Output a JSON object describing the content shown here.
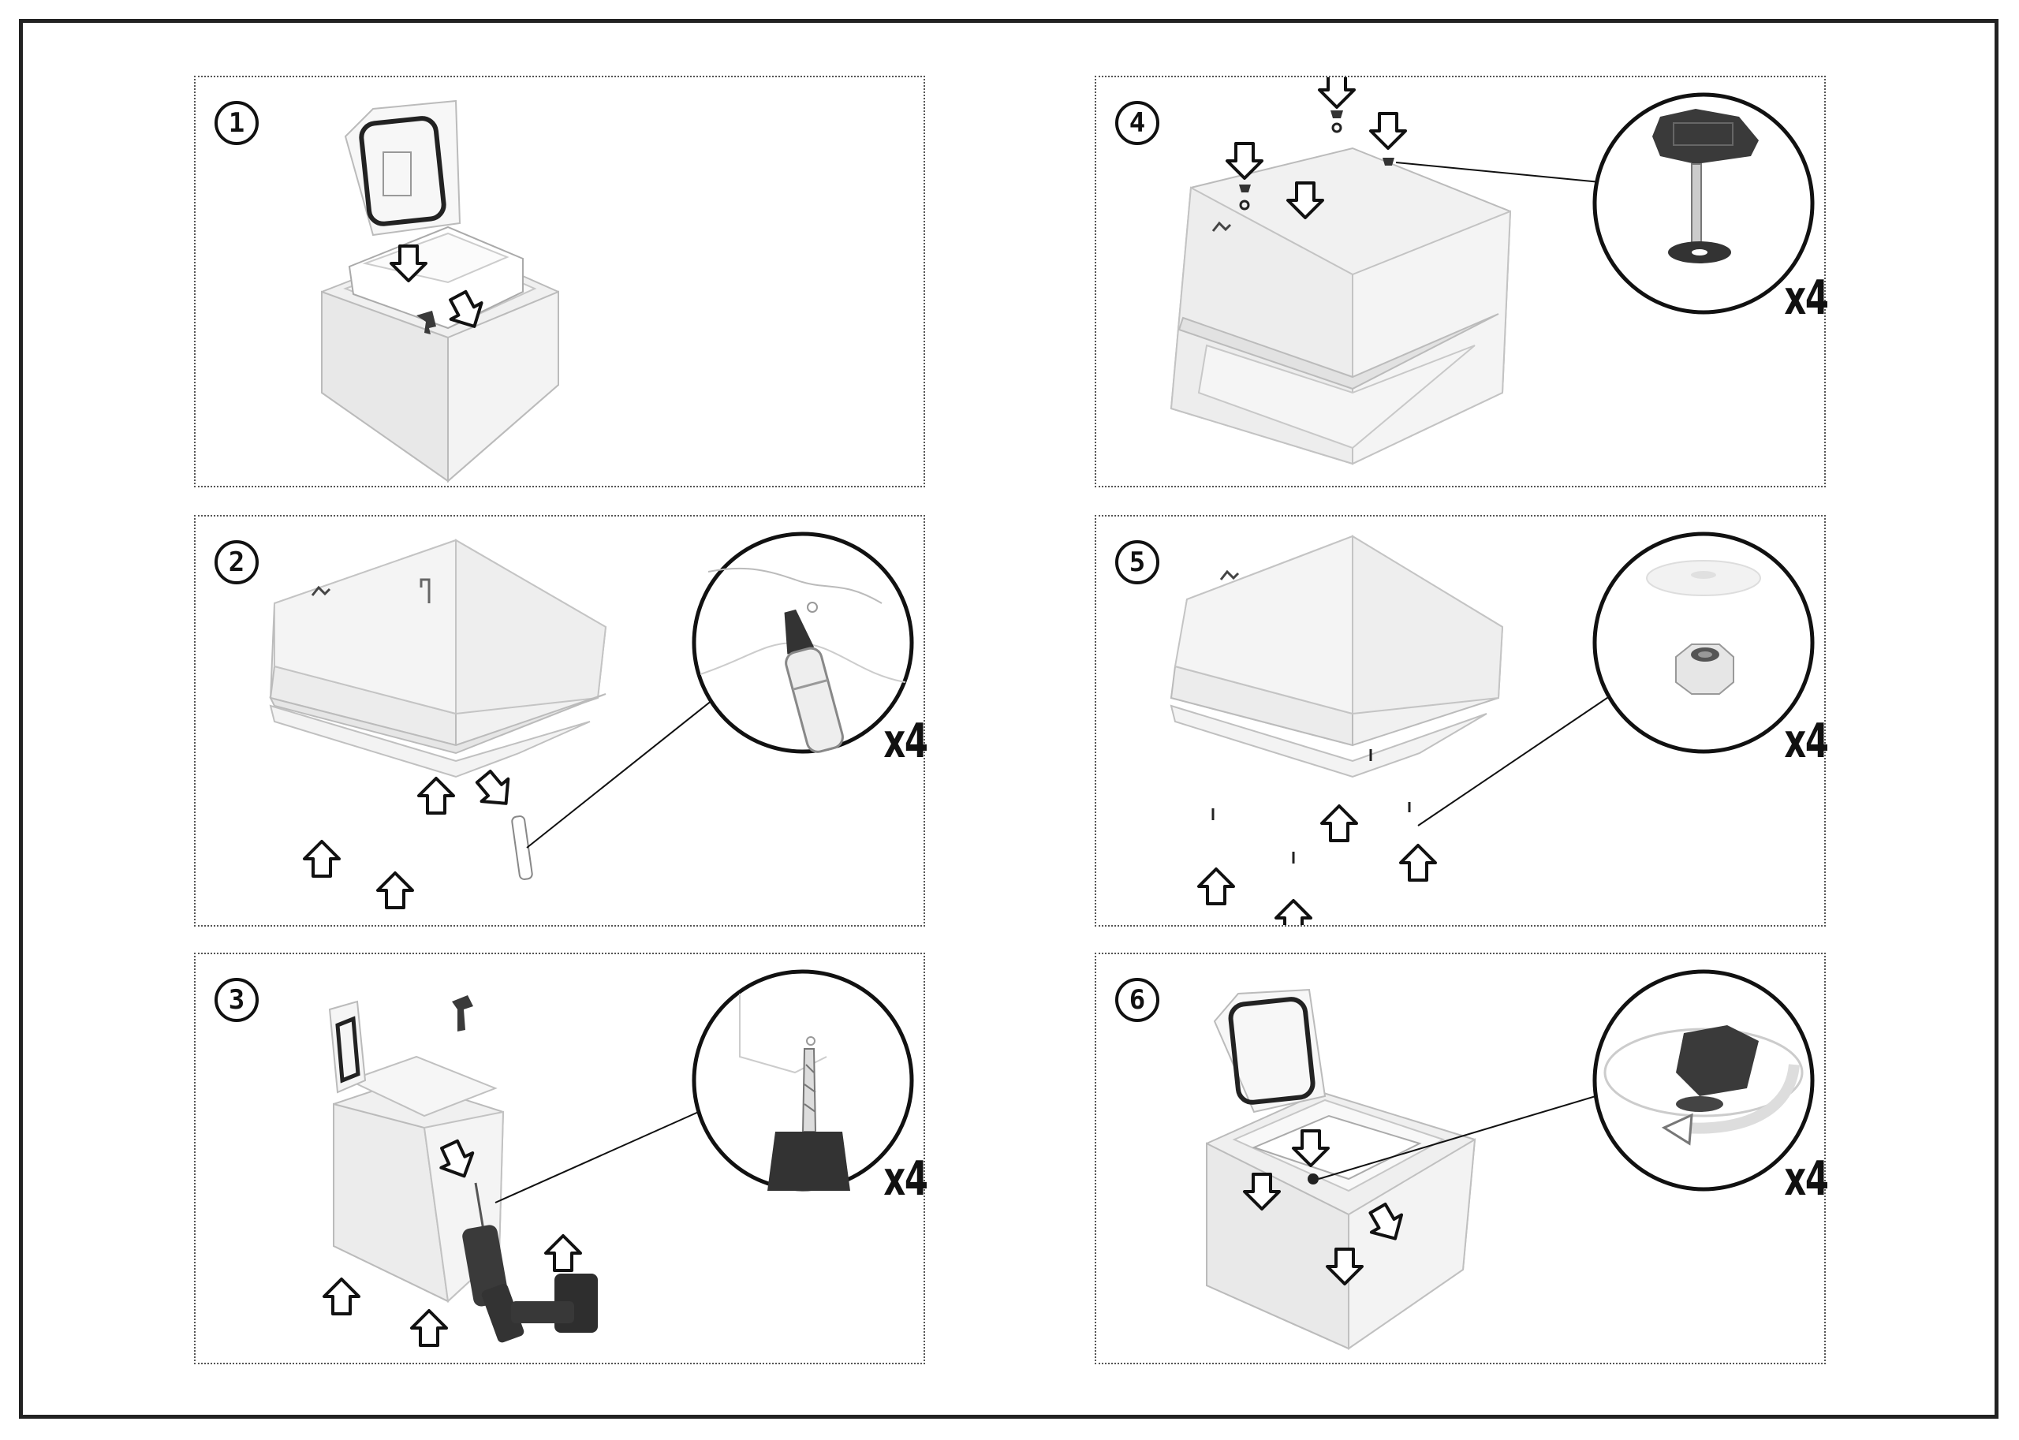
{
  "steps": [
    {
      "number": "1",
      "quantity": ""
    },
    {
      "number": "2",
      "quantity": "x4"
    },
    {
      "number": "3",
      "quantity": "x4"
    },
    {
      "number": "4",
      "quantity": "x4"
    },
    {
      "number": "5",
      "quantity": "x4"
    },
    {
      "number": "6",
      "quantity": "x4"
    }
  ],
  "colors": {
    "box_fill": "#efefef",
    "box_stroke": "#b5b5b5",
    "dark_part": "#3a3a3a",
    "outline": "#111111"
  }
}
